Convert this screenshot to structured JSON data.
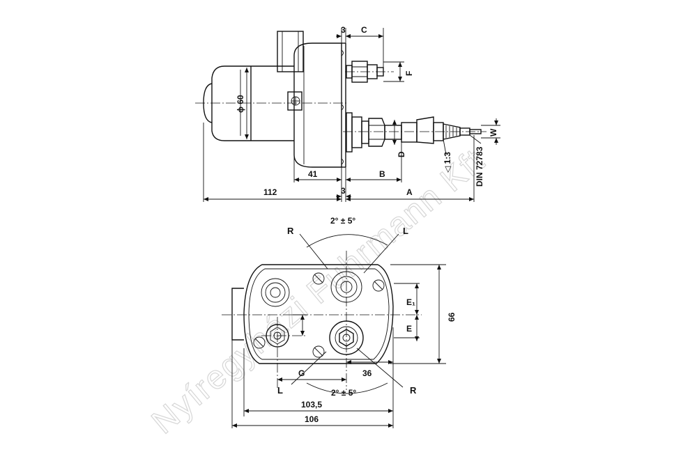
{
  "watermark": "Nyíregyházi Fuhrmann Kft",
  "top_view": {
    "dims": {
      "d3_top": "3",
      "C": "C",
      "F": "F",
      "phi60": "ϕ 60",
      "D": "D",
      "taper": "◁ 1:3",
      "W": "W",
      "din": "DIN 72783",
      "d41": "41",
      "d3_bottom": "3",
      "B": "B",
      "A": "A",
      "d112": "112"
    }
  },
  "bottom_view": {
    "dims": {
      "R_top": "R",
      "L_top": "L",
      "angle_top": "2° ± 5°",
      "E1": "E₁",
      "E": "E",
      "d66": "66",
      "G": "G",
      "d36": "36",
      "L_bottom": "L",
      "R_bottom": "R",
      "angle_bottom": "2° ± 5°",
      "d1035": "103,5",
      "d106": "106"
    }
  },
  "colors": {
    "ink": "#111111",
    "watermark": "#d6d6d6",
    "background": "#ffffff"
  }
}
